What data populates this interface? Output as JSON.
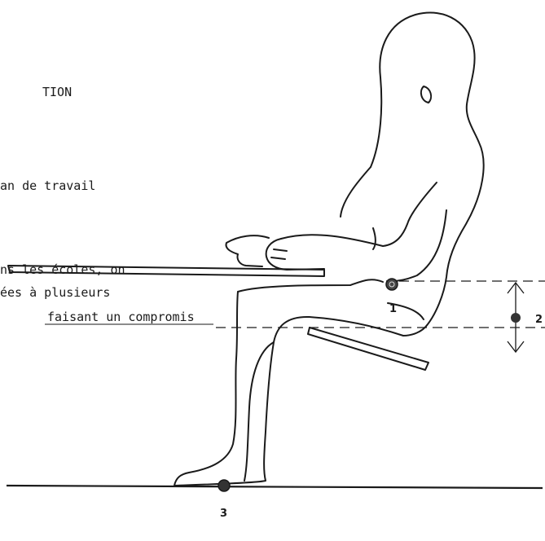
{
  "text_lines": [
    "TION",
    "an de travail",
    "ns les écoles, on",
    "ées à plusieurs",
    "faisant un compromis"
  ],
  "markers": [
    {
      "label": "1"
    },
    {
      "label": "2"
    },
    {
      "label": "3"
    }
  ]
}
